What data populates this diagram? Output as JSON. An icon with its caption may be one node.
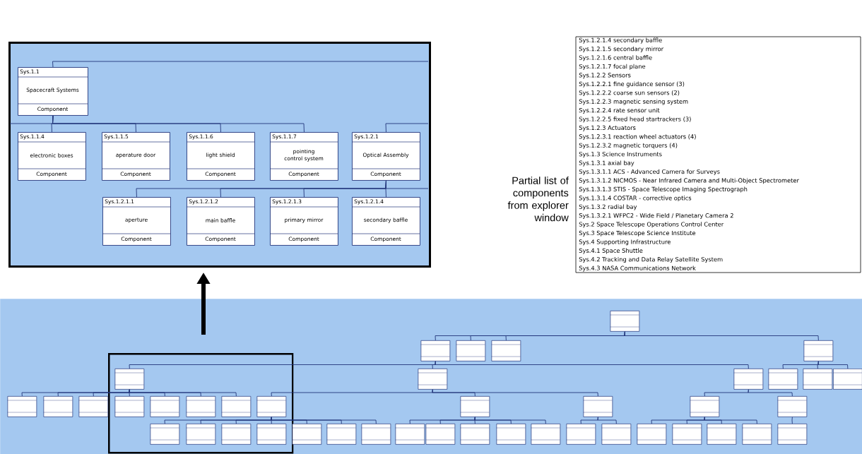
{
  "diagram": {
    "nodes": [
      {
        "text": [],
        "shape": "box"
      },
      {
        "text": [
          "Sys.1.1",
          "Spacecraft Systems",
          "Component"
        ],
        "in": 0
      },
      {
        "text": [
          "Sys.1.1.4",
          "electronic boxes",
          "Component"
        ],
        "in": 0
      },
      {
        "text": [
          "Sys.1.1.5",
          "aperature door",
          "Component"
        ],
        "in": 0
      },
      {
        "text": [
          "Sys.1.1.6",
          "light shield",
          "Component"
        ],
        "in": 0
      },
      {
        "text": [
          "Sys.1.1.7",
          "pointing control system",
          "Component"
        ],
        "in": 0
      },
      {
        "text": [
          "Sys.1.2.1",
          "Optical Assembly",
          "Component"
        ],
        "in": 0
      },
      {
        "text": [
          "Sys.1.2.1.1",
          "aperture",
          "Component"
        ],
        "in": 0
      },
      {
        "text": [
          "Sys.1.2.1.2",
          "main baffle",
          "Component"
        ],
        "in": 0
      },
      {
        "text": [
          "Sys.1.2.1.3",
          "primary mirror",
          "Component"
        ],
        "in": 0
      },
      {
        "text": [
          "Sys.1.2.1.4",
          "secondary baffle",
          "Component"
        ],
        "in": 0
      },
      {
        "text": [],
        "shape": "box"
      },
      {
        "text": [],
        "shape": "box",
        "in": 11
      },
      {
        "text": [],
        "shape": "box",
        "in": 11
      },
      {
        "text": [],
        "shape": "box",
        "in": 11
      },
      {
        "text": [],
        "shape": "box",
        "in": 11
      },
      {
        "text": [],
        "shape": "box",
        "in": 11
      },
      {
        "text": [],
        "shape": "box",
        "in": 11
      },
      {
        "text": [],
        "shape": "box",
        "in": 12
      },
      {
        "text": [],
        "shape": "box",
        "in": 11
      },
      {
        "text": [],
        "shape": "box",
        "in": 11
      },
      {
        "text": [],
        "shape": "box",
        "in": 11
      },
      {
        "text": [],
        "shape": "box",
        "in": 11
      },
      {
        "text": [],
        "shape": "box",
        "in": 11
      },
      {
        "text": [],
        "shape": "box",
        "in": 11
      },
      {
        "text": [],
        "shape": "box",
        "in": 11
      },
      {
        "text": [],
        "shape": "box",
        "in": 11
      },
      {
        "text": [],
        "shape": "box",
        "in": 12
      },
      {
        "text": [],
        "shape": "box",
        "in": 12
      },
      {
        "text": [],
        "shape": "box",
        "in": 12
      },
      {
        "text": [],
        "shape": "box",
        "in": 12
      },
      {
        "text": [],
        "shape": "box",
        "in": 12
      },
      {
        "text": [],
        "shape": "box",
        "in": 11
      },
      {
        "text": [],
        "shape": "box",
        "in": 11
      },
      {
        "text": [],
        "shape": "box",
        "in": 11
      },
      {
        "text": [],
        "shape": "box",
        "in": 11
      },
      {
        "text": [],
        "shape": "box",
        "in": 12
      },
      {
        "text": [],
        "shape": "box",
        "in": 12
      },
      {
        "text": [],
        "shape": "box",
        "in": 12
      },
      {
        "text": [],
        "shape": "box",
        "in": 12
      },
      {
        "text": [],
        "shape": "box",
        "in": 11
      },
      {
        "text": [],
        "shape": "box",
        "in": 11
      },
      {
        "text": [],
        "shape": "box",
        "in": 11
      },
      {
        "text": [],
        "shape": "box",
        "in": 11
      },
      {
        "text": [],
        "shape": "box",
        "in": 11
      },
      {
        "text": [],
        "shape": "box",
        "in": 11
      },
      {
        "text": [],
        "shape": "box",
        "in": 11
      },
      {
        "text": [],
        "shape": "box",
        "in": 11
      },
      {
        "text": [],
        "shape": "box",
        "in": 11
      },
      {
        "text": [],
        "shape": "box",
        "in": 11
      },
      {
        "text": [],
        "shape": "box",
        "in": 11
      },
      {
        "text": [],
        "shape": "box",
        "in": 11
      },
      {
        "text": [],
        "shape": "box",
        "in": 11
      },
      {
        "text": [],
        "shape": "box",
        "in": 11
      },
      {
        "text": [],
        "shape": "box",
        "in": 11
      }
    ],
    "edges": [
      {
        "from": 1,
        "to": 2,
        "arrow": "none"
      },
      {
        "from": 1,
        "to": 3,
        "arrow": "none"
      },
      {
        "from": 1,
        "to": 4,
        "arrow": "none"
      },
      {
        "from": 1,
        "to": 5,
        "arrow": "none"
      },
      {
        "from": 1,
        "to": null,
        "arrow": "none"
      },
      {
        "from": null,
        "to": 6,
        "arrow": "none"
      },
      {
        "from": null,
        "to": 1,
        "arrow": "none"
      },
      {
        "from": 6,
        "to": 7,
        "arrow": "none"
      },
      {
        "from": 6,
        "to": 8,
        "arrow": "none"
      },
      {
        "from": 6,
        "to": 9,
        "arrow": "none"
      },
      {
        "from": 6,
        "to": 10,
        "arrow": "none"
      },
      {
        "from": 6,
        "to": null,
        "arrow": "none"
      },
      {
        "from": 12,
        "to": 0,
        "arrow": "to",
        "style": "thick",
        "color": "#000000"
      },
      {
        "from": 13,
        "to": 14,
        "arrow": "none"
      },
      {
        "from": 13,
        "to": 15,
        "arrow": "none"
      },
      {
        "from": 13,
        "to": 16,
        "arrow": "none"
      },
      {
        "from": 13,
        "to": 17,
        "arrow": "none"
      },
      {
        "from": 14,
        "to": 18,
        "arrow": "none"
      },
      {
        "from": 14,
        "to": 19,
        "arrow": "none"
      },
      {
        "from": 14,
        "to": 20,
        "arrow": "none"
      },
      {
        "from": 17,
        "to": 21,
        "arrow": "none"
      },
      {
        "from": 17,
        "to": 22,
        "arrow": "none"
      },
      {
        "from": 17,
        "to": 23,
        "arrow": "none"
      },
      {
        "from": 18,
        "to": 24,
        "arrow": "none"
      },
      {
        "from": 18,
        "to": 25,
        "arrow": "none"
      },
      {
        "from": 18,
        "to": 26,
        "arrow": "none"
      },
      {
        "from": 18,
        "to": 27,
        "arrow": "none"
      },
      {
        "from": 18,
        "to": 28,
        "arrow": "none"
      },
      {
        "from": 18,
        "to": 29,
        "arrow": "none"
      },
      {
        "from": 18,
        "to": 30,
        "arrow": "none"
      },
      {
        "from": 19,
        "to": 31,
        "arrow": "none"
      },
      {
        "from": 19,
        "to": 32,
        "arrow": "none"
      },
      {
        "from": 19,
        "to": 33,
        "arrow": "none"
      },
      {
        "from": 20,
        "to": 34,
        "arrow": "none"
      },
      {
        "from": 20,
        "to": 35,
        "arrow": "none"
      },
      {
        "from": 31,
        "to": 36,
        "arrow": "none"
      },
      {
        "from": 31,
        "to": 37,
        "arrow": "none"
      },
      {
        "from": 31,
        "to": 38,
        "arrow": "none"
      },
      {
        "from": 31,
        "to": 39,
        "arrow": "none"
      },
      {
        "from": 31,
        "to": 40,
        "arrow": "none"
      },
      {
        "from": 31,
        "to": 41,
        "arrow": "none"
      },
      {
        "from": 31,
        "to": 42,
        "arrow": "none"
      },
      {
        "from": 32,
        "to": 43,
        "arrow": "none"
      },
      {
        "from": 32,
        "to": 44,
        "arrow": "none"
      },
      {
        "from": 32,
        "to": 45,
        "arrow": "none"
      },
      {
        "from": 32,
        "to": 46,
        "arrow": "none"
      },
      {
        "from": 32,
        "to": 47,
        "arrow": "none"
      },
      {
        "from": 33,
        "to": 48,
        "arrow": "none"
      },
      {
        "from": 33,
        "to": 49,
        "arrow": "none"
      },
      {
        "from": 34,
        "to": 50,
        "arrow": "none"
      },
      {
        "from": 34,
        "to": 51,
        "arrow": "none"
      },
      {
        "from": 34,
        "to": 52,
        "arrow": "none"
      },
      {
        "from": 34,
        "to": 53,
        "arrow": "none"
      },
      {
        "from": 35,
        "to": 54,
        "arrow": "none"
      }
    ],
    "labels": [
      "Sys.1.2.1.4 secondary baffle",
      "Sys.1.2.1.5 secondary mirror",
      "Sys.1.2.1.6 central baffle",
      "Sys.1.2.1.7 focal plane",
      "Sys.1.2.2 Sensors",
      "Sys.1.2.2.1 fine guidance sensor (3)",
      "Sys.1.2.2.2 coarse sun sensors (2)",
      "Sys.1.2.2.3 magnetic sensing system",
      "Sys.1.2.2.4 rate sensor unit",
      "Sys.1.2.2.5 fixed head startrackers (3)",
      "Sys.1.2.3 Actuators",
      "Sys.1.2.3.1 reaction wheel actuators (4)",
      "Sys.1.2.3.2 magnetic torquers (4)",
      "Sys.1.3 Science Instruments",
      "Sys.1.3.1 axial bay",
      "Sys.1.3.1.1 ACS - Advanced Camera for Surveys",
      "Sys.1.3.1.2 NICMOS - Near Infrared Camera and Multi-Object Spectrometer",
      "Sys.1.3.1.3 STIS - Space Telescope Imaging Spectrograph",
      "Sys.1.3.1.4 COSTAR - corrective optics",
      "Sys.1.3.2 radial bay",
      "Sys.1.3.2.1 WFPC2 - Wide Field / Planetary Camera 2",
      "Sys.2 Space Telescope Operations Control Center",
      "Sys.3 Space Telescope Science Institute",
      "Sys.4 Supporting Infrastructure",
      "Sys.4.1 Space Shuttle",
      "Sys.4.2 Tracking and Data Relay Satellite System",
      "Sys.4.3 NASA Communications Network",
      "Partial list of components from explorer window"
    ]
  }
}
